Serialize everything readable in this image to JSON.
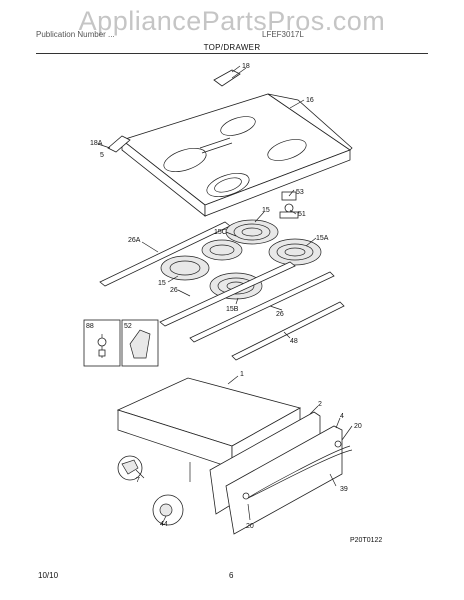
{
  "watermark": "AppliancePartsPros.com",
  "header": {
    "left_text": "Publication Number ...",
    "model": "LFEF3017L",
    "section_title": "TOP/DRAWER"
  },
  "footer": {
    "date": "10/10",
    "page": "6"
  },
  "diagram_code": "P20T0122",
  "callouts": {
    "c18": "18",
    "c16": "16",
    "c18a": "18A",
    "c5": "5",
    "c53": "53",
    "c15_top": "15",
    "c51": "51",
    "c15c": "15C",
    "c15a": "15A",
    "c26a": "26A",
    "c15_left": "15",
    "c26_left": "26",
    "c15b": "15B",
    "c26_right": "26",
    "c48": "48",
    "c1": "1",
    "c2": "2",
    "c4": "4",
    "c20_right": "20",
    "c7": "7",
    "c39": "39",
    "c44": "44",
    "c20_bottom": "20"
  },
  "insets": {
    "left": "88",
    "right": "52"
  }
}
